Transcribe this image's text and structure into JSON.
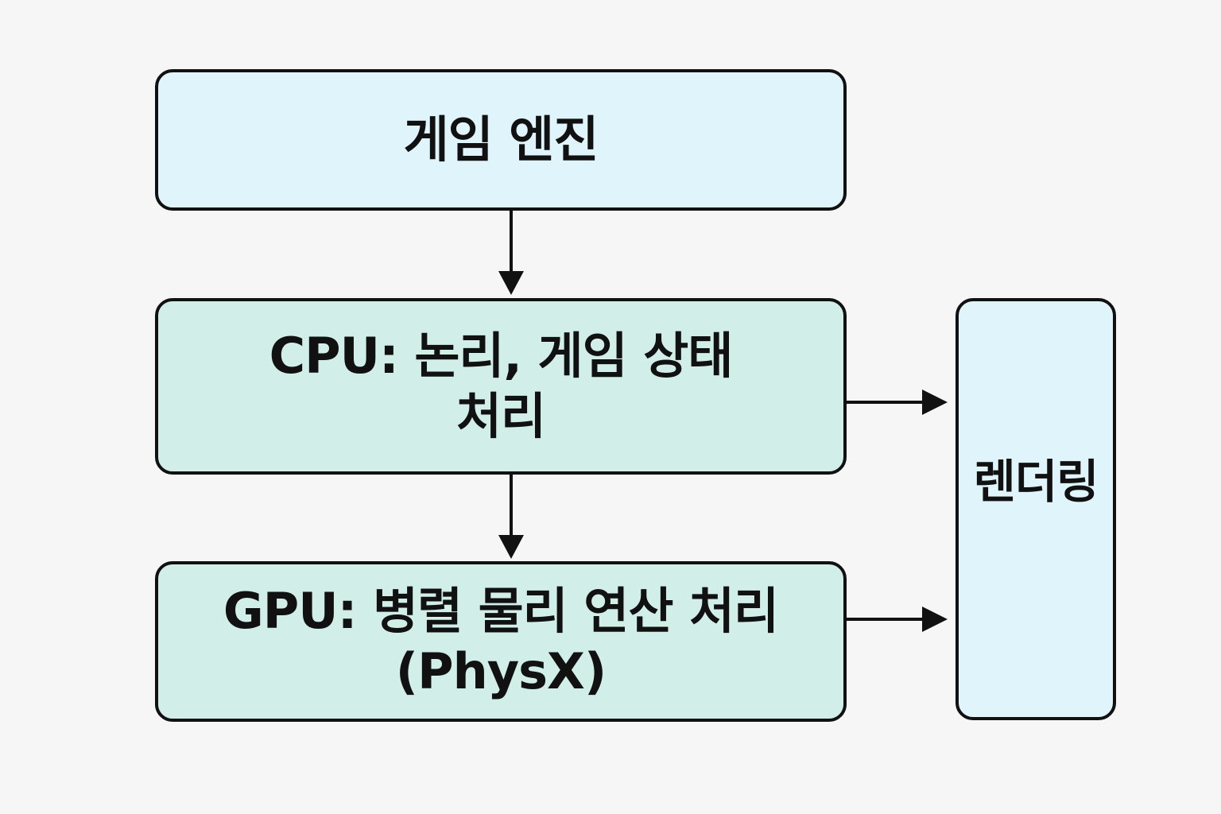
{
  "diagram": {
    "nodes": {
      "engine": {
        "label": "게임 엔진"
      },
      "cpu": {
        "label": "CPU: 논리, 게임 상태\n처리"
      },
      "gpu": {
        "label": "GPU: 병렬 물리 연산 처리\n(PhysX)"
      },
      "render": {
        "label": "렌더링"
      }
    },
    "edges": [
      {
        "from": "engine",
        "to": "cpu"
      },
      {
        "from": "cpu",
        "to": "gpu"
      },
      {
        "from": "cpu",
        "to": "render"
      },
      {
        "from": "gpu",
        "to": "render"
      }
    ],
    "colors": {
      "engine_fill": "#dff4fb",
      "cpu_fill": "#d1efe8",
      "gpu_fill": "#d1efe8",
      "render_fill": "#dff4fb",
      "stroke": "#111111",
      "background": "#f6f6f6"
    }
  }
}
